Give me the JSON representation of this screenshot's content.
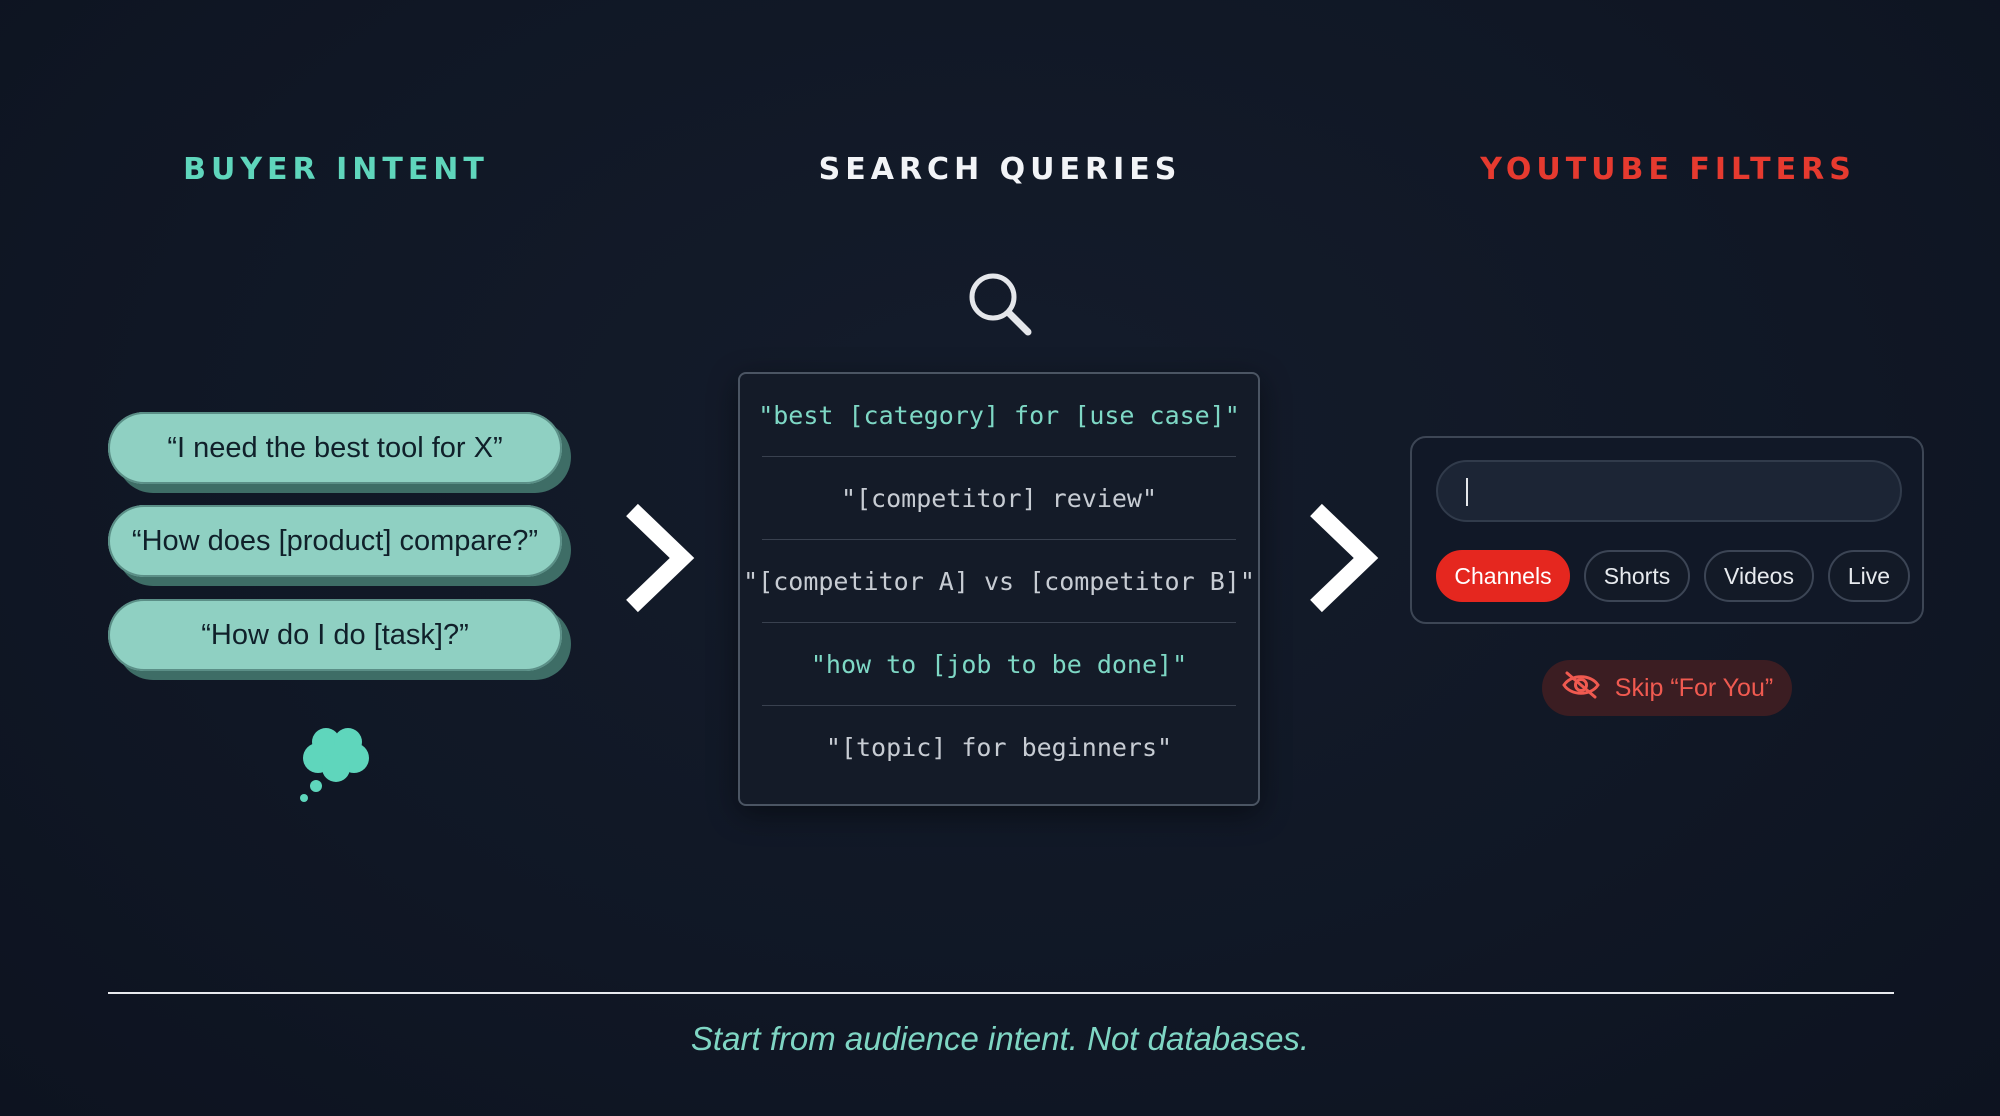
{
  "headings": {
    "buyer_intent": "BUYER INTENT",
    "search_queries": "SEARCH QUERIES",
    "youtube_filters": "YOUTUBE FILTERS"
  },
  "buyer_intent": {
    "pills": [
      "“I need the best tool for X”",
      "“How does [product] compare?”",
      "“How do I do [task]?”"
    ],
    "thought_icon": "thought-bubble-icon"
  },
  "search_queries": {
    "icon": "search-icon",
    "items": [
      "\"best [category] for [use case]\"",
      "\"[competitor] review\"",
      "\"[competitor A] vs [competitor B]\"",
      "\"how to [job to be done]\"",
      "\"[topic] for beginners\""
    ]
  },
  "youtube_filters": {
    "search_value": "",
    "chips": [
      "Channels",
      "Shorts",
      "Videos",
      "Live"
    ],
    "active_chip": "Channels",
    "skip_label": "Skip “For You”",
    "skip_icon": "eye-off-icon"
  },
  "tagline": "Start from audience intent. Not databases.",
  "colors": {
    "teal": "#5fd6bc",
    "red": "#e63a2f",
    "background": "#111827"
  }
}
